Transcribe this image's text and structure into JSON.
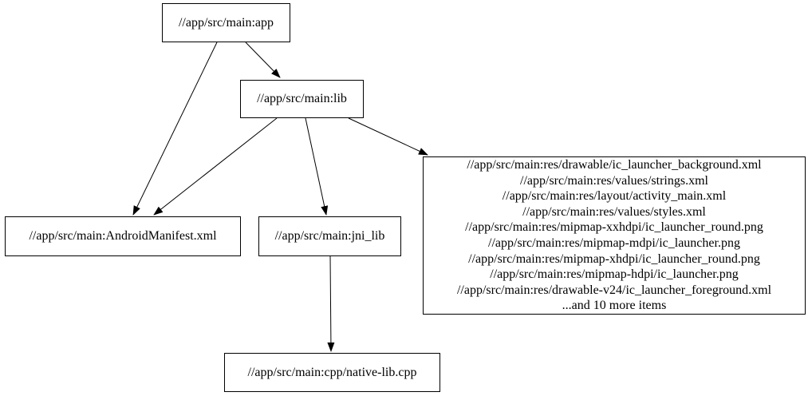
{
  "graph": {
    "colors": {
      "background": "#ffffff",
      "node_fill": "#ffffff",
      "node_border": "#000000",
      "text": "#000000",
      "edge": "#000000"
    },
    "nodes": {
      "app": {
        "label": "//app/src/main:app"
      },
      "lib": {
        "label": "//app/src/main:lib"
      },
      "manifest": {
        "label": "//app/src/main:AndroidManifest.xml"
      },
      "jni_lib": {
        "label": "//app/src/main:jni_lib"
      },
      "cpp": {
        "label": "//app/src/main:cpp/native-lib.cpp"
      },
      "res_group": {
        "lines": [
          "//app/src/main:res/drawable/ic_launcher_background.xml",
          "//app/src/main:res/values/strings.xml",
          "//app/src/main:res/layout/activity_main.xml",
          "//app/src/main:res/values/styles.xml",
          "//app/src/main:res/mipmap-xxhdpi/ic_launcher_round.png",
          "//app/src/main:res/mipmap-mdpi/ic_launcher.png",
          "//app/src/main:res/mipmap-xhdpi/ic_launcher_round.png",
          "//app/src/main:res/mipmap-hdpi/ic_launcher.png",
          "//app/src/main:res/drawable-v24/ic_launcher_foreground.xml",
          "...and 10 more items"
        ]
      }
    },
    "edges": [
      {
        "from": "app",
        "to": "manifest"
      },
      {
        "from": "app",
        "to": "lib"
      },
      {
        "from": "lib",
        "to": "manifest"
      },
      {
        "from": "lib",
        "to": "jni_lib"
      },
      {
        "from": "lib",
        "to": "res_group"
      },
      {
        "from": "jni_lib",
        "to": "cpp"
      }
    ]
  }
}
